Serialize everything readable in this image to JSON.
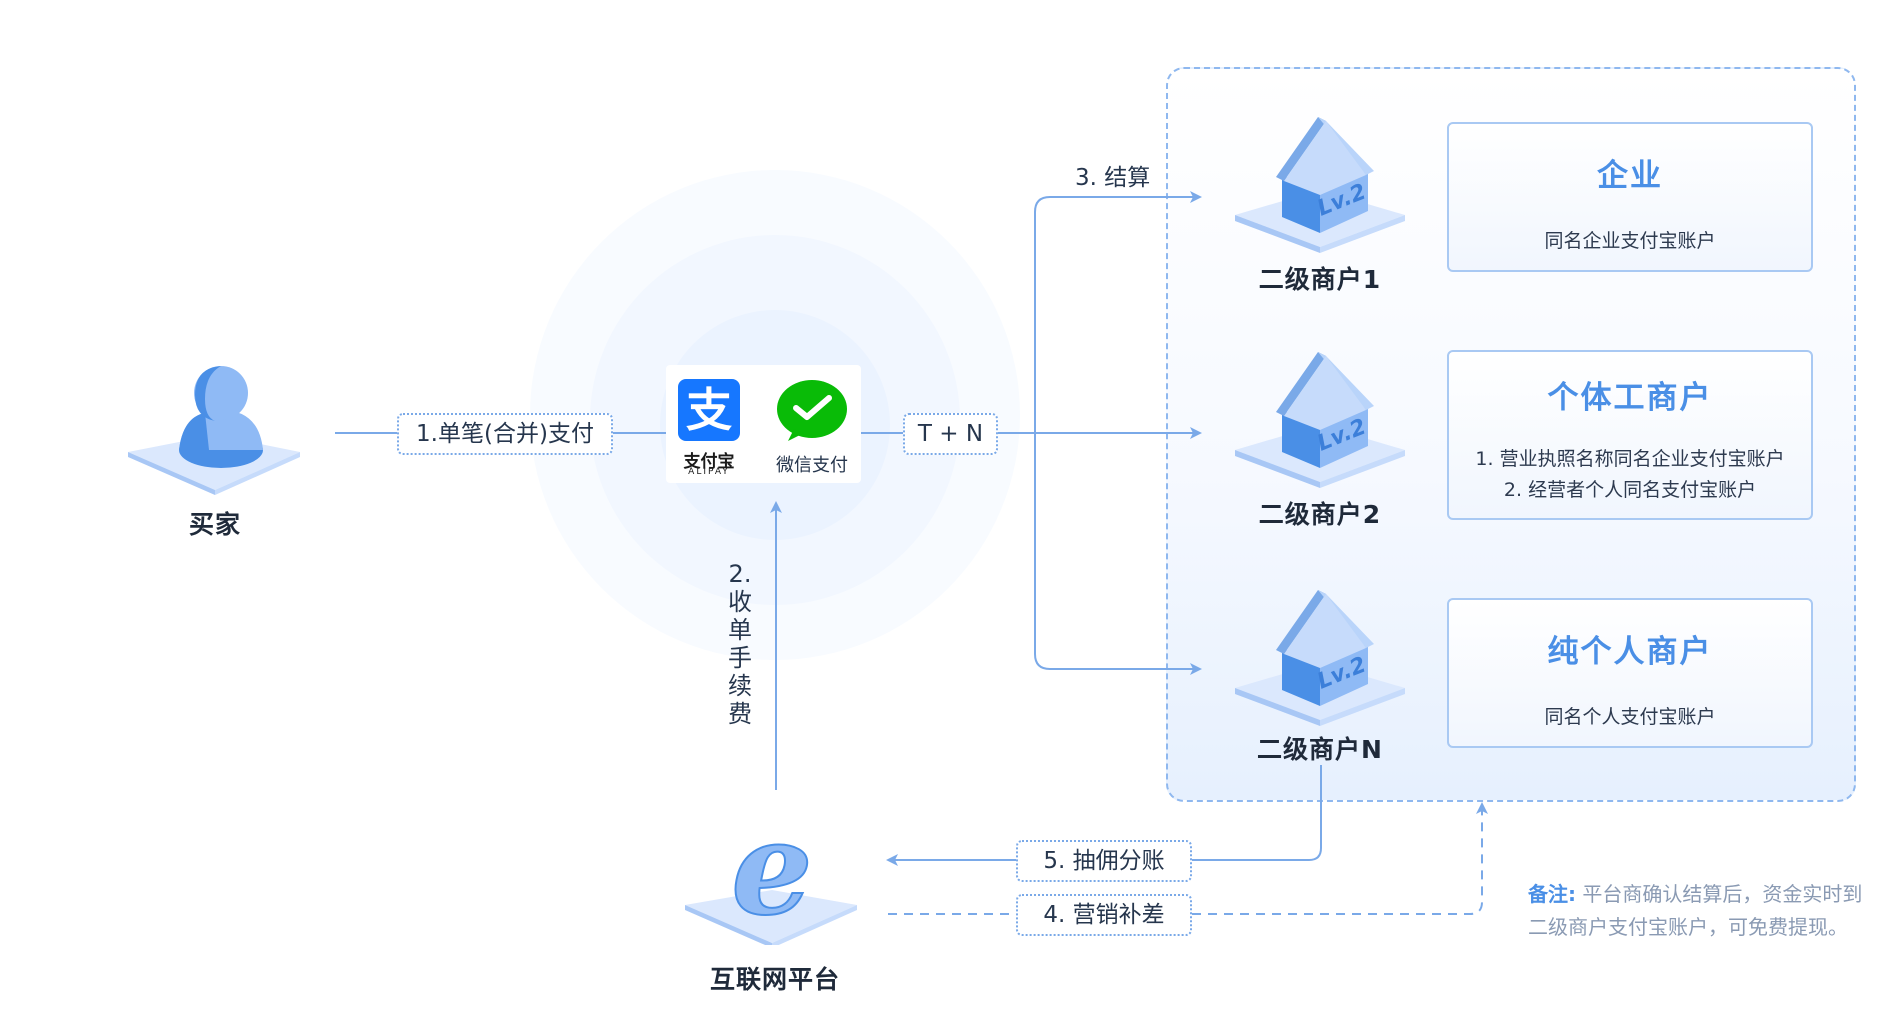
{
  "nodes": {
    "buyer": {
      "label": "买家",
      "icon": "person-icon"
    },
    "platform": {
      "label": "互联网平台",
      "icon": "platform-e-icon"
    },
    "merchant_1": {
      "label": "二级商户1",
      "badge": "Lv.2",
      "icon": "house-icon"
    },
    "merchant_2": {
      "label": "二级商户2",
      "badge": "Lv.2",
      "icon": "house-icon"
    },
    "merchant_n": {
      "label": "二级商户N",
      "badge": "Lv.2",
      "icon": "house-icon"
    }
  },
  "payment_methods": {
    "alipay": {
      "label": "支付宝",
      "sublabel": "ALIPAY",
      "glyph": "支",
      "icon": "alipay-logo-icon"
    },
    "wechat": {
      "label": "微信支付",
      "icon": "wechat-pay-logo-icon"
    }
  },
  "edges": {
    "single_payment": "1.单笔(合并)支付",
    "collection_fee": "2.收单手续费",
    "settlement": "3. 结算",
    "t_plus_n": "T + N",
    "marketing_subsidy": "4. 营销补差",
    "commission_split": "5. 抽佣分账"
  },
  "merchant_types": [
    {
      "title": "企业",
      "desc": [
        "同名企业支付宝账户"
      ]
    },
    {
      "title": "个体工商户",
      "desc": [
        "1. 营业执照名称同名企业支付宝账户",
        "2. 经营者个人同名支付宝账户"
      ]
    },
    {
      "title": "纯个人商户",
      "desc": [
        "同名个人支付宝账户"
      ]
    }
  ],
  "note": {
    "prefix": "备注:",
    "text": "平台商确认结算后，资金实时到二级商户支付宝账户，可免费提现。"
  },
  "colors": {
    "accent": "#4a8fe6",
    "line": "#7aa9e8",
    "panel_border": "#8fb8ef",
    "text": "#1f2a3a",
    "alipay": "#1677ff",
    "wechat": "#09bb07"
  }
}
